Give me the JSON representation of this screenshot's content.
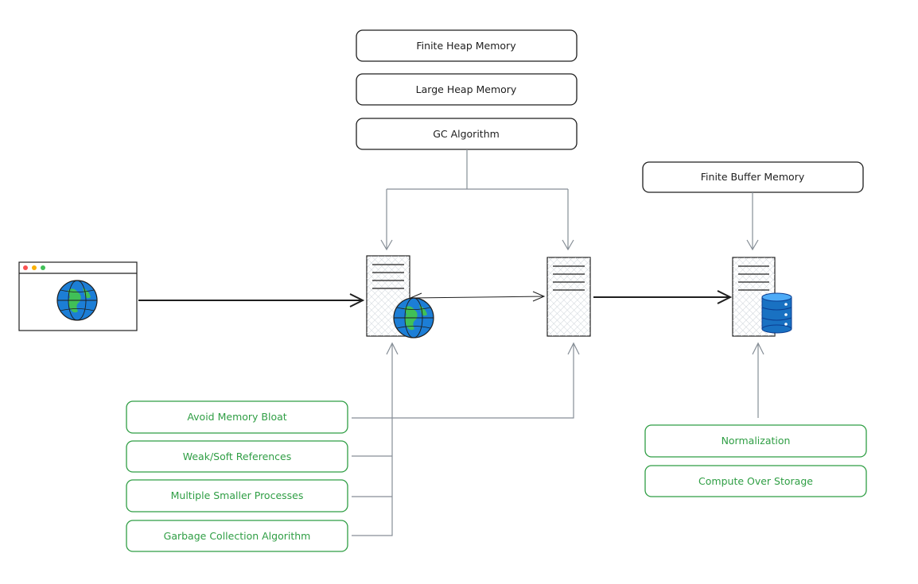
{
  "colors": {
    "box_stroke": "#1e1e1e",
    "green": "#2f9e44",
    "connector": "#868e96",
    "arrow_dark": "#1e1e1e",
    "globe_blue": "#1c7ed6",
    "globe_green": "#40c057",
    "db_blue": "#1971c2",
    "dot_red": "#fa5252",
    "dot_yellow": "#fab005",
    "dot_green": "#40c057"
  },
  "top_boxes": {
    "finite_heap": "Finite Heap Memory",
    "large_heap": "Large Heap Memory",
    "gc_algorithm": "GC Algorithm"
  },
  "buffer_box": "Finite Buffer Memory",
  "left_options": {
    "avoid_bloat": "Avoid Memory Bloat",
    "weak_soft": "Weak/Soft References",
    "multiple_processes": "Multiple Smaller Processes",
    "gc_algorithm_full": "Garbage Collection Algorithm"
  },
  "right_options": {
    "normalization": "Normalization",
    "compute_over_storage": "Compute Over Storage"
  }
}
